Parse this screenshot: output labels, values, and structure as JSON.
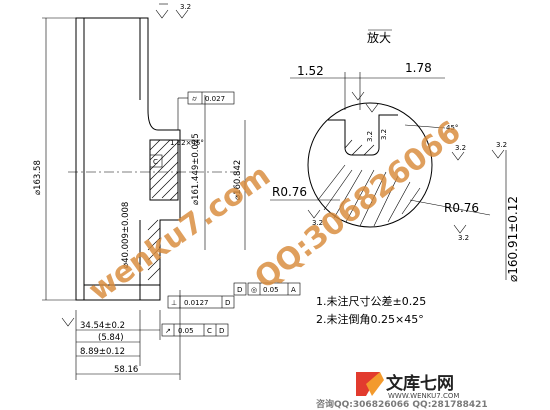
{
  "diameters": {
    "outer": "⌀163.58",
    "shoulder": "⌀161.449±0.025",
    "bore_right": "⌀160.842",
    "bore": "⌀40.009±0.008"
  },
  "detail": {
    "title": "放大",
    "width_left": "1.52",
    "width_right": "1.78",
    "radius_left": "R0.76",
    "radius_right": "R0.76",
    "diameter": "⌀160.91±0.12",
    "chamfer": "45°"
  },
  "dimensions": {
    "length_a": "34.54±0.2",
    "length_b": "(5.84)",
    "length_c": "8.89±0.12",
    "length_total": "58.16",
    "chamfer": "1.52×45°"
  },
  "tolerances": {
    "frame_top": {
      "symbol": "⌭",
      "value": "0.027"
    },
    "frame_mid": {
      "symbol": "⊥",
      "value": "0.0127",
      "datum": "D"
    },
    "frame_bottom": {
      "symbol": "↗",
      "value": "0.05",
      "datums": [
        "C",
        "D"
      ]
    },
    "frame_right": {
      "symbol": "◎",
      "value": "0.05",
      "datum": "A"
    }
  },
  "datums": {
    "c": "C",
    "d": "D",
    "a": "A"
  },
  "roughness": {
    "value": "3.2"
  },
  "notes": [
    "1.未注尺寸公差±0.25",
    "2.未注倒角0.25×45°"
  ],
  "watermarks": {
    "site": "wenku7.com",
    "qq": "QQ:306826066"
  },
  "footer": {
    "brand": "文库七网",
    "domain": "WWW.WENKU7.COM",
    "contact": "咨询QQ:306826066 QQ:281788421"
  }
}
